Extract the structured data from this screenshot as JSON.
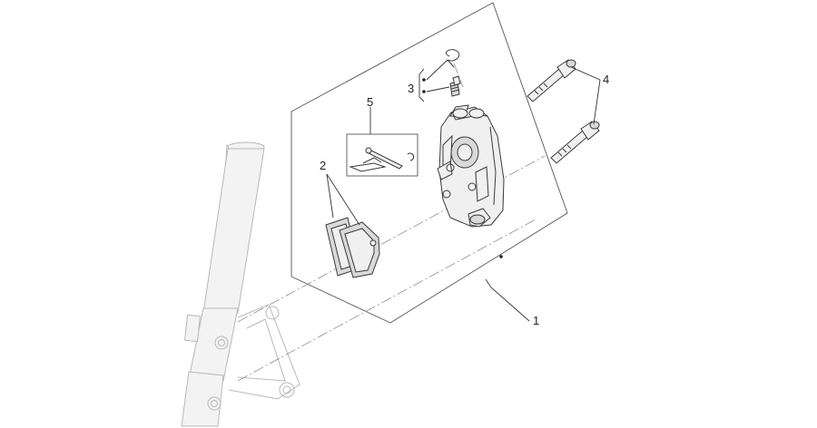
{
  "diagram": {
    "callouts": [
      {
        "id": "callout-1",
        "label": "1"
      },
      {
        "id": "callout-2",
        "label": "2"
      },
      {
        "id": "callout-3",
        "label": "3"
      },
      {
        "id": "callout-4",
        "label": "4"
      },
      {
        "id": "callout-5",
        "label": "5"
      }
    ]
  },
  "colors": {
    "line": "#3a3a3a",
    "ghost": "#b8b8b8",
    "background": "#ffffff"
  }
}
